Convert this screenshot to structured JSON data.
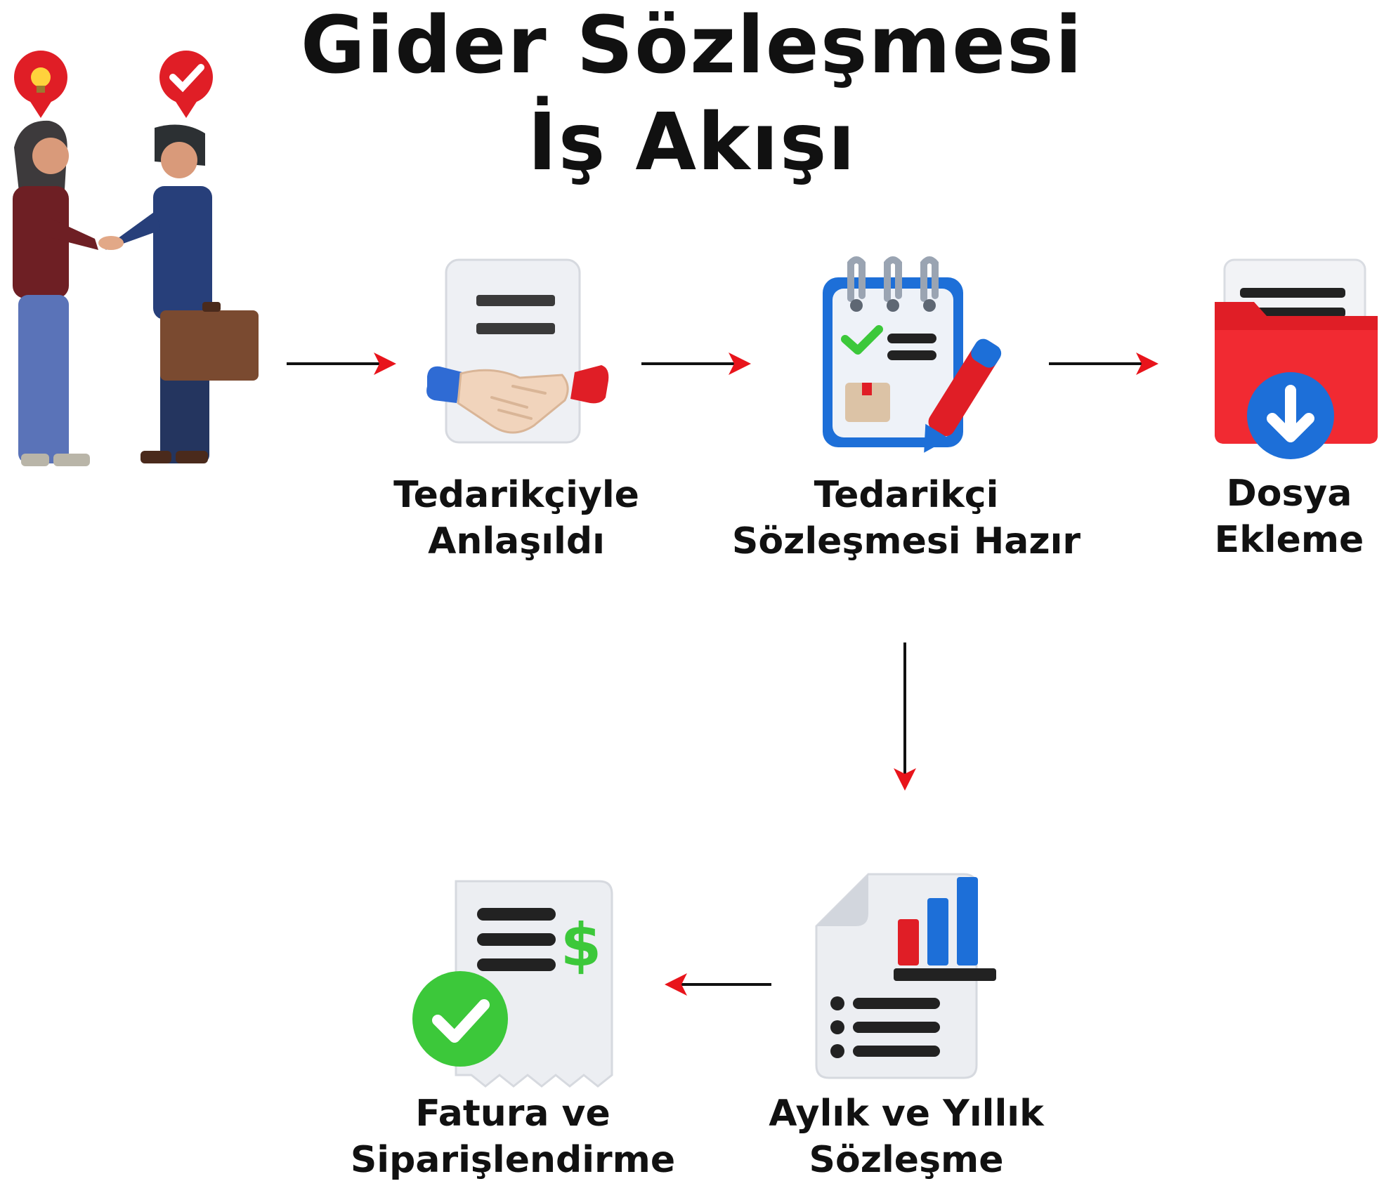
{
  "title": {
    "line1": "Gider Sözleşmesi",
    "line2": "İş Akışı"
  },
  "steps": [
    {
      "line1": "Tedarikçiyle",
      "line2": "Anlaşıldı",
      "icon": "handshake-document-icon"
    },
    {
      "line1": "Tedarikçi",
      "line2": "Sözleşmesi Hazır",
      "icon": "notepad-checklist-icon"
    },
    {
      "line1": "Dosya",
      "line2": "Ekleme",
      "icon": "folder-download-icon"
    },
    {
      "line1": "Aylık ve Yıllık",
      "line2": "Sözleşme",
      "icon": "report-chart-icon"
    },
    {
      "line1": "Fatura ve",
      "line2": "Siparişlendirme",
      "icon": "invoice-check-icon"
    }
  ],
  "colors": {
    "arrow_line": "#111111",
    "arrow_head": "#e8141b",
    "accent_red": "#e01e26",
    "accent_blue": "#1d6fd8",
    "accent_green": "#3cc83a"
  }
}
